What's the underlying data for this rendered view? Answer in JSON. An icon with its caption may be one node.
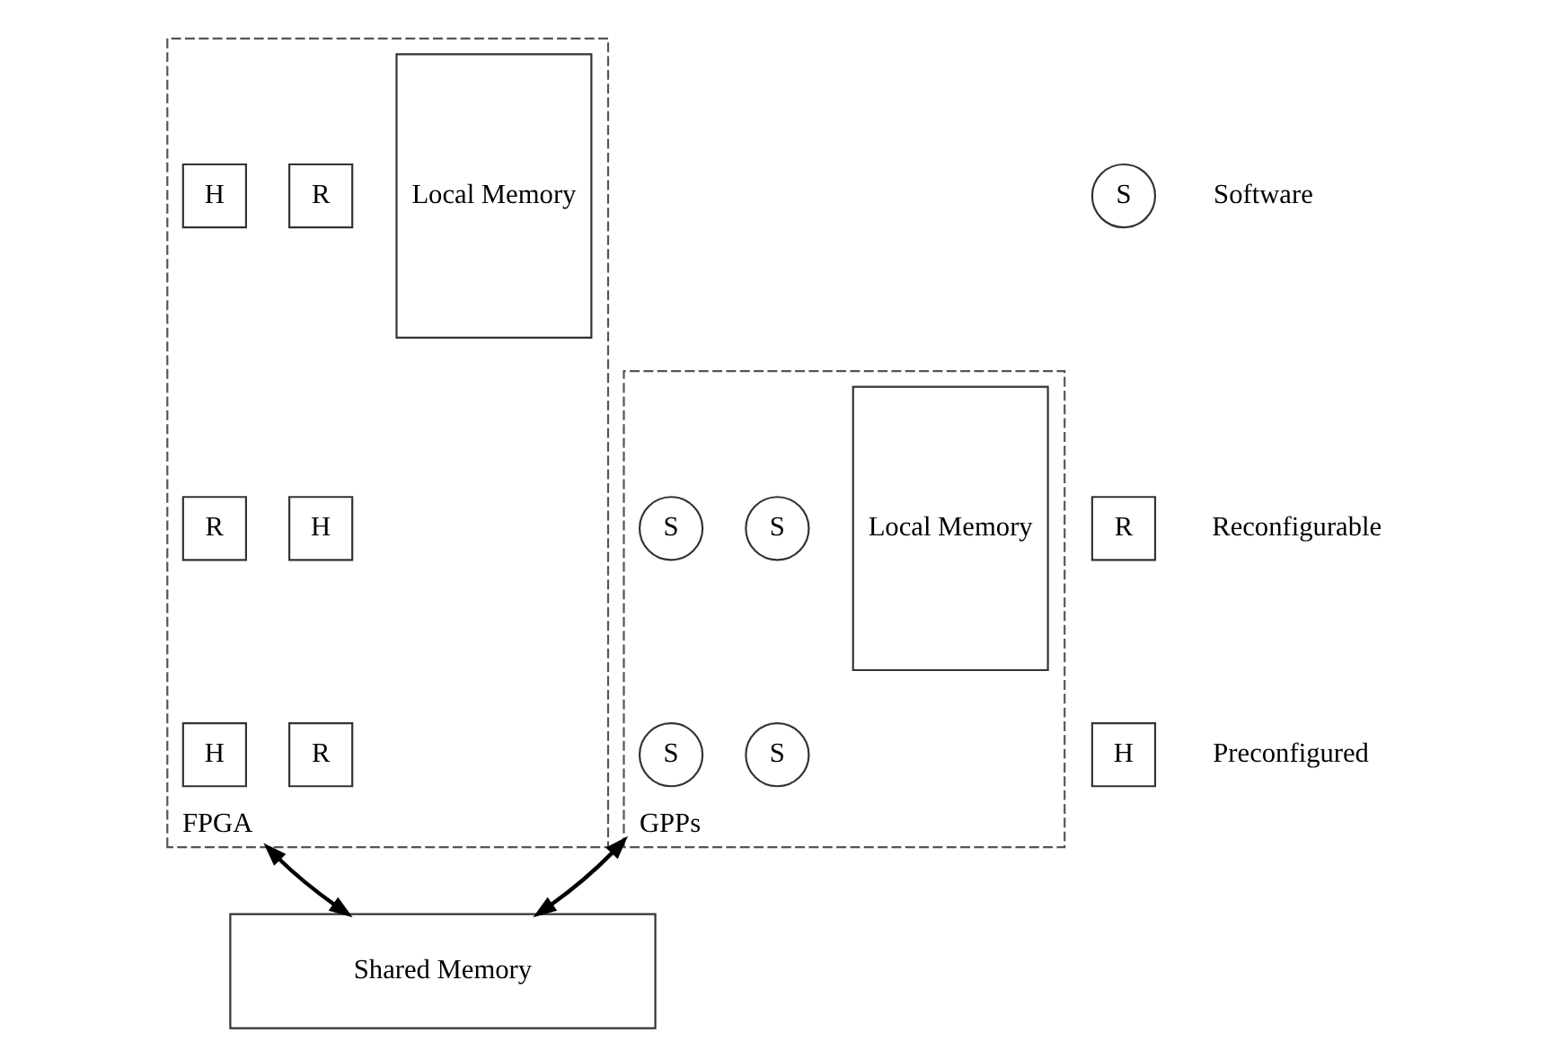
{
  "diagram": {
    "nodes": [
      {
        "text": [
          "FPGA"
        ]
      },
      {
        "text": [
          "Local Memory"
        ],
        "in": 0
      },
      {
        "text": [
          "R"
        ],
        "in": 0
      },
      {
        "text": [
          "H"
        ],
        "in": 0
      },
      {
        "text": [
          "H"
        ],
        "in": 0
      },
      {
        "text": [
          "R"
        ],
        "in": 0
      },
      {
        "text": [
          "R"
        ],
        "in": 0
      },
      {
        "text": [
          "H"
        ],
        "in": 0
      },
      {
        "text": [
          "GPPs"
        ]
      },
      {
        "text": [
          "Local Memory"
        ],
        "in": 8
      },
      {
        "text": [
          "S"
        ],
        "in": 8
      },
      {
        "text": [
          "S"
        ],
        "in": 8
      },
      {
        "text": [
          "S"
        ],
        "in": 8
      },
      {
        "text": [
          "S"
        ],
        "in": 8
      },
      {
        "text": [
          "Shared Memory"
        ]
      },
      {
        "text": [
          "S"
        ],
        "beside": [
          "Software"
        ]
      },
      {
        "text": [
          "R"
        ],
        "beside": [
          "Reconfigurable"
        ]
      },
      {
        "text": [
          "H"
        ],
        "beside": [
          "Preconfigured"
        ]
      }
    ],
    "edges": [
      {
        "from": 0,
        "to": 14,
        "arrow": "both"
      },
      {
        "from": 8,
        "to": 14,
        "arrow": "both"
      }
    ]
  }
}
